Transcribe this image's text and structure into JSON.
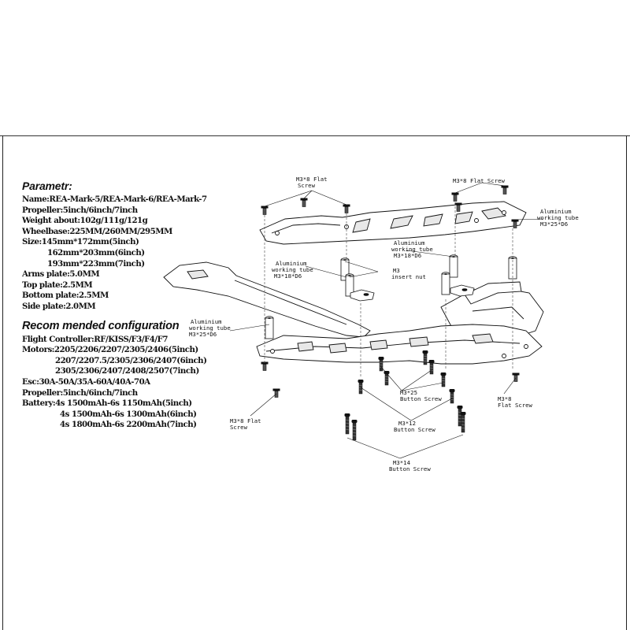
{
  "parameters": {
    "heading": "Parametr:",
    "lines": [
      "Name:REA-Mark-5/REA-Mark-6/REA-Mark-7",
      "Propeller:5inch/6inch/7inch",
      "Weight about:102g/111g/121g",
      "Wheelbase:225MM/260MM/295MM",
      "Size:145mm*172mm(5inch)",
      "162mm*203mm(6inch)",
      "193mm*223mm(7inch)",
      "Arms plate:5.0MM",
      "Top plate:2.5MM",
      "Bottom plate:2.5MM",
      "Side plate:2.0MM"
    ]
  },
  "configuration": {
    "heading": "Recom mended configuration",
    "lines": [
      "Flight Controller:RF/KISS/F3/F4/F7",
      "Motors:2205/2206/2207/2305/2406(5inch)",
      "2207/2207.5/2305/2306/2407(6inch)",
      "2305/2306/2407/2408/2507(7inch)",
      "Esc:30A-50A/35A-60A/40A-70A",
      "Propeller:5inch/6inch/7inch",
      "Battery:4s 1500mAh-6s 1150mAh(5inch)",
      "4s 1500mAh-6s 1300mAh(6inch)",
      "4s 1800mAh-6s 2200mAh(7inch)"
    ]
  },
  "callouts": {
    "flat_screw_tl": [
      "M3*8 Flat",
      "Screw"
    ],
    "flat_screw_tr": [
      "M3*8 Flat Screw"
    ],
    "alu_tube_25_tr": [
      "Aluminium",
      "working tube",
      "M3*25*D6"
    ],
    "alu_tube_18_mid": [
      "Aluminium",
      "working tube",
      "M3*18*D6"
    ],
    "alu_tube_18_left": [
      "Aluminium",
      "working tube",
      "M3*18*D6"
    ],
    "insert_nut": [
      "M3",
      "insert nut"
    ],
    "alu_tube_25_left": [
      "Aluminium",
      "working tube",
      "M3*25*D6"
    ],
    "button_screw_25": [
      "M3*25",
      "Button Screw"
    ],
    "flat_screw_br": [
      "M3*8",
      "Flat Screw"
    ],
    "flat_screw_bl": [
      "M3*8 Flat",
      "Screw"
    ],
    "button_screw_12": [
      "M3*12",
      "Button Screw"
    ],
    "button_screw_14": [
      "M3*14",
      "Button Screw"
    ]
  }
}
